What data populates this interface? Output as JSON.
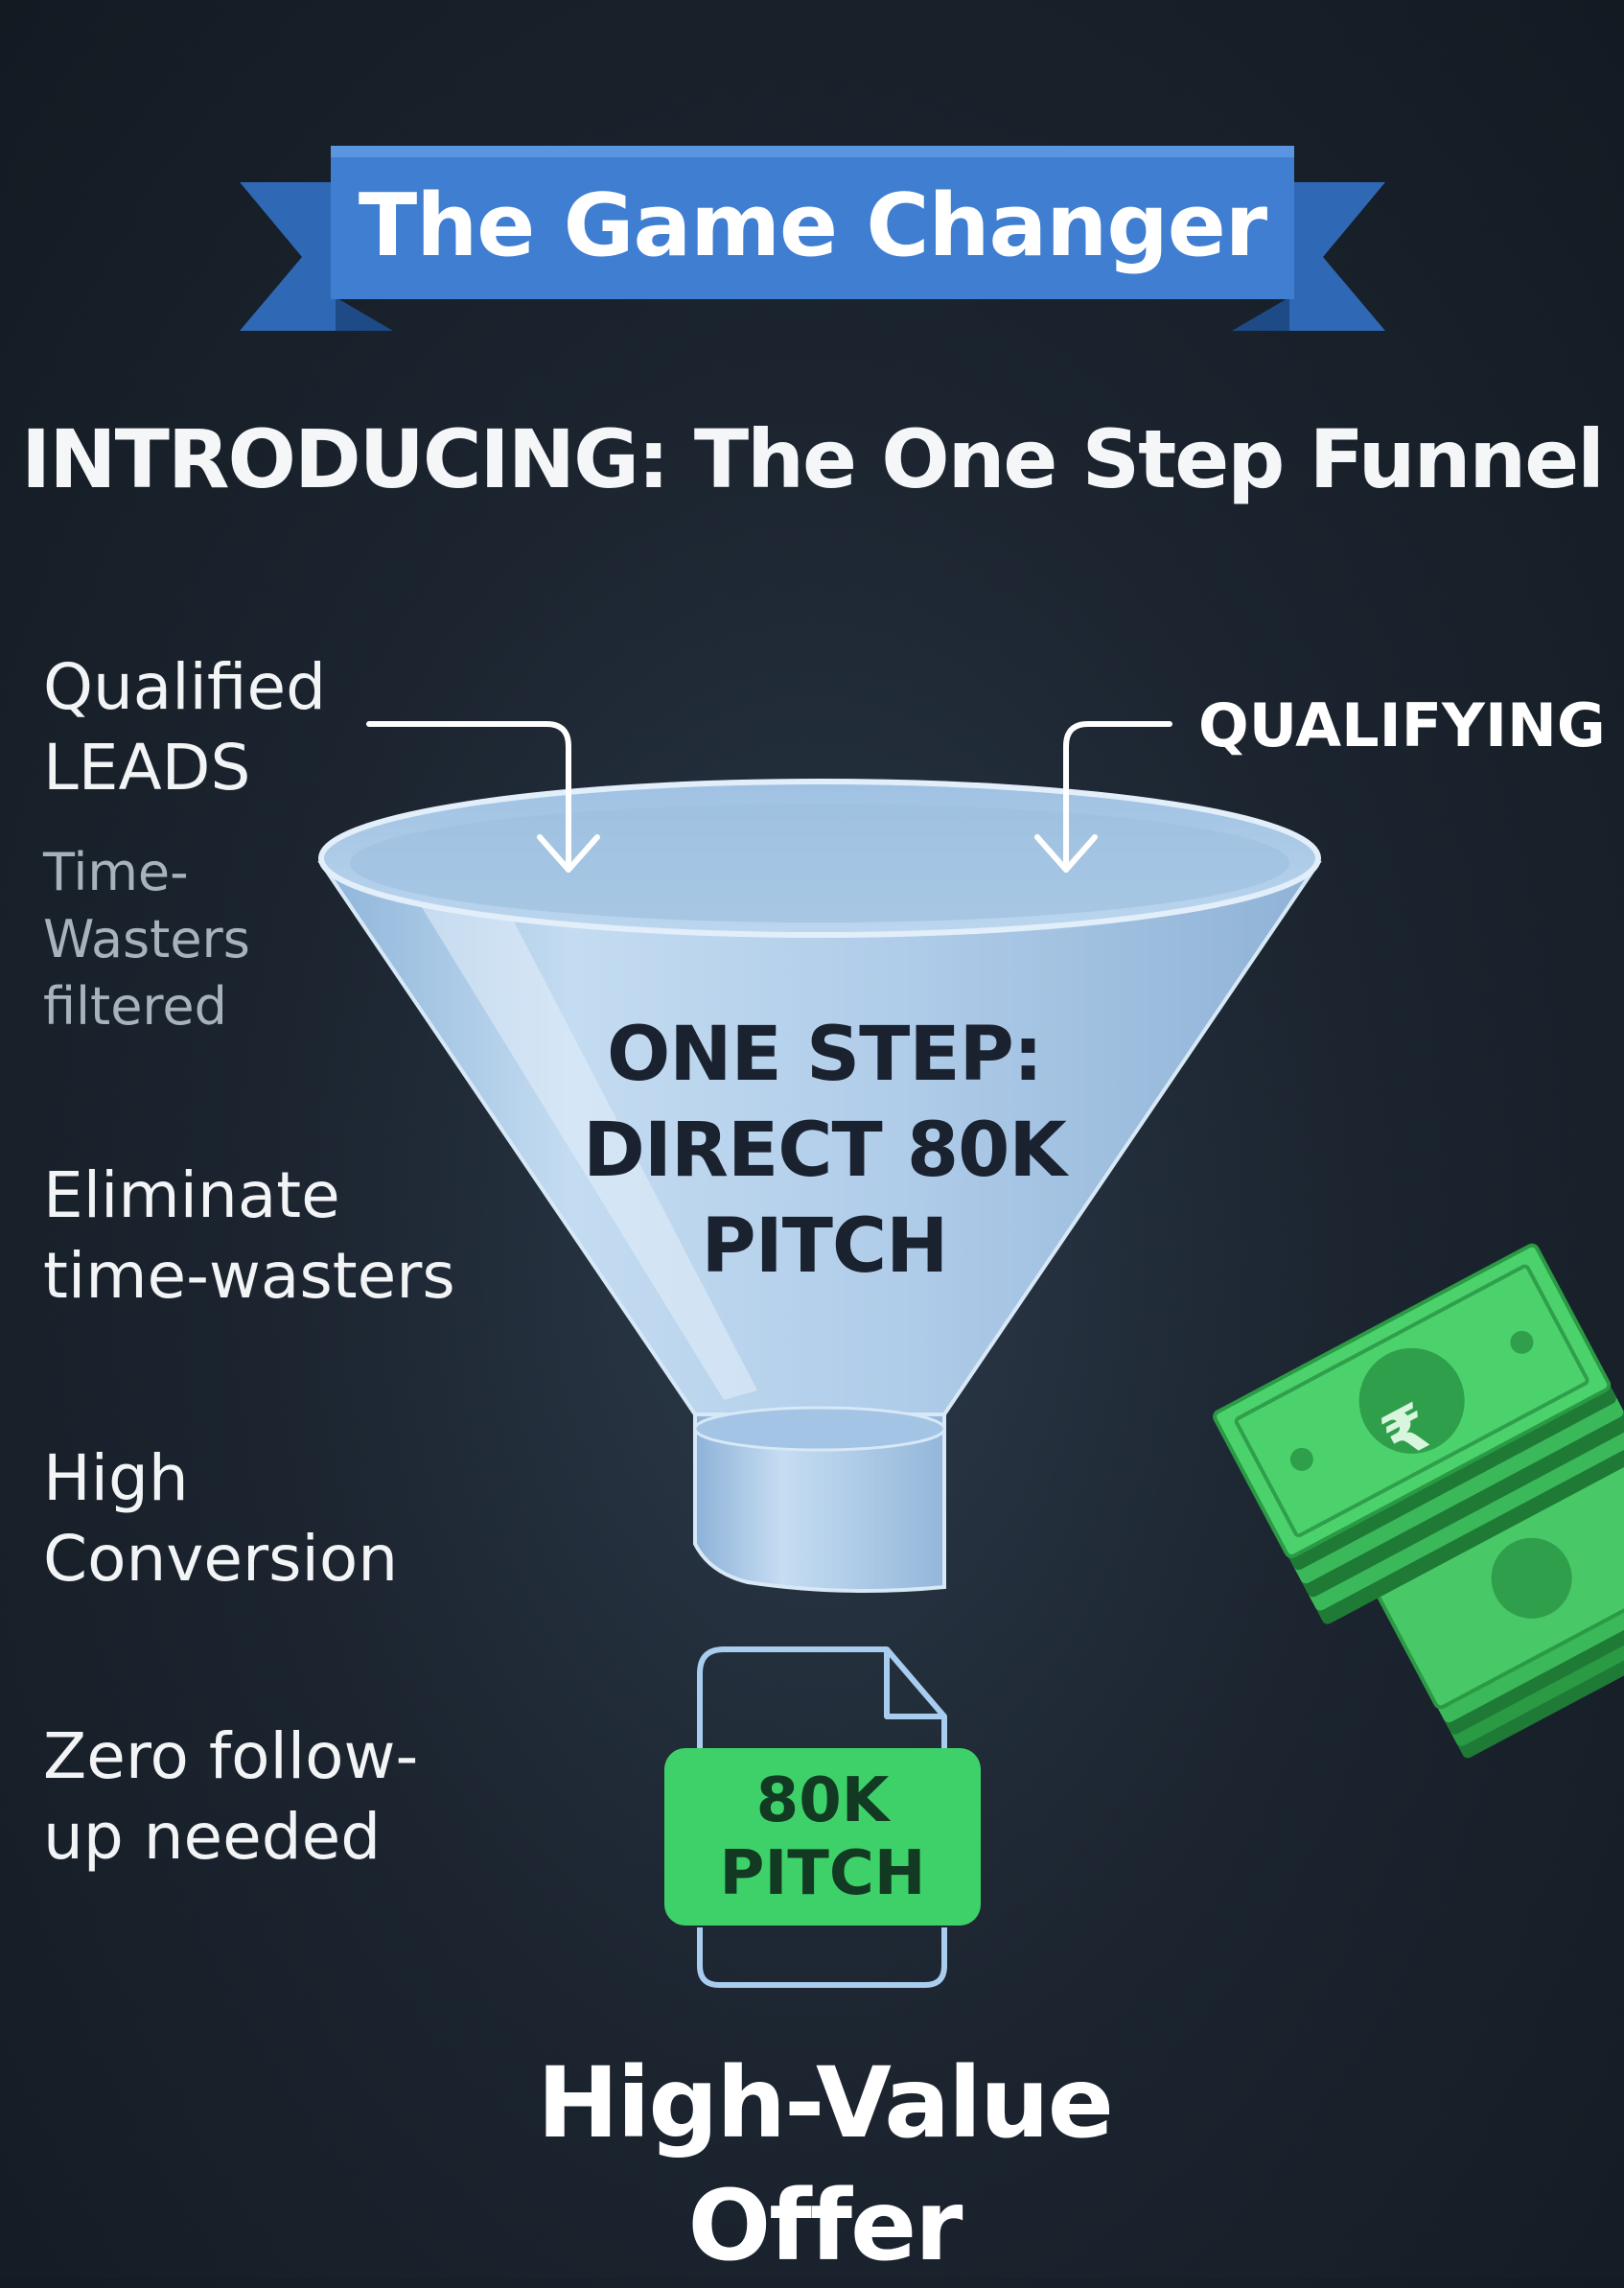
{
  "banner": {
    "title": "The Game Changer"
  },
  "headline": "INTRODUCING: The One Step Funnel",
  "left_column": {
    "item1": [
      "Qualified",
      "LEADS"
    ],
    "item1_sub": [
      "Time-",
      "Wasters",
      "filtered"
    ],
    "item2": [
      "Eliminate",
      "time-wasters"
    ],
    "item3": [
      "High",
      "Conversion"
    ],
    "item4": [
      "Zero follow-",
      "up needed"
    ]
  },
  "funnel": {
    "qualifying_label": "QUALIFYING",
    "text": [
      "ONE STEP:",
      "DIRECT 80K",
      "PITCH"
    ]
  },
  "pitch_document": {
    "text": [
      "80K",
      "PITCH"
    ]
  },
  "offer": [
    "High-Value",
    "Offer"
  ],
  "money": {
    "currency_symbol": "₹"
  },
  "colors": {
    "background": "#1c2530",
    "ribbon": "#3f7ed1",
    "funnel": "#a9cbea",
    "badge_green": "#3ed16a",
    "money_green": "#3fbf5a"
  },
  "icons": [
    "arrow-down-icon",
    "document-icon",
    "money-stack-icon",
    "rupee-icon"
  ]
}
